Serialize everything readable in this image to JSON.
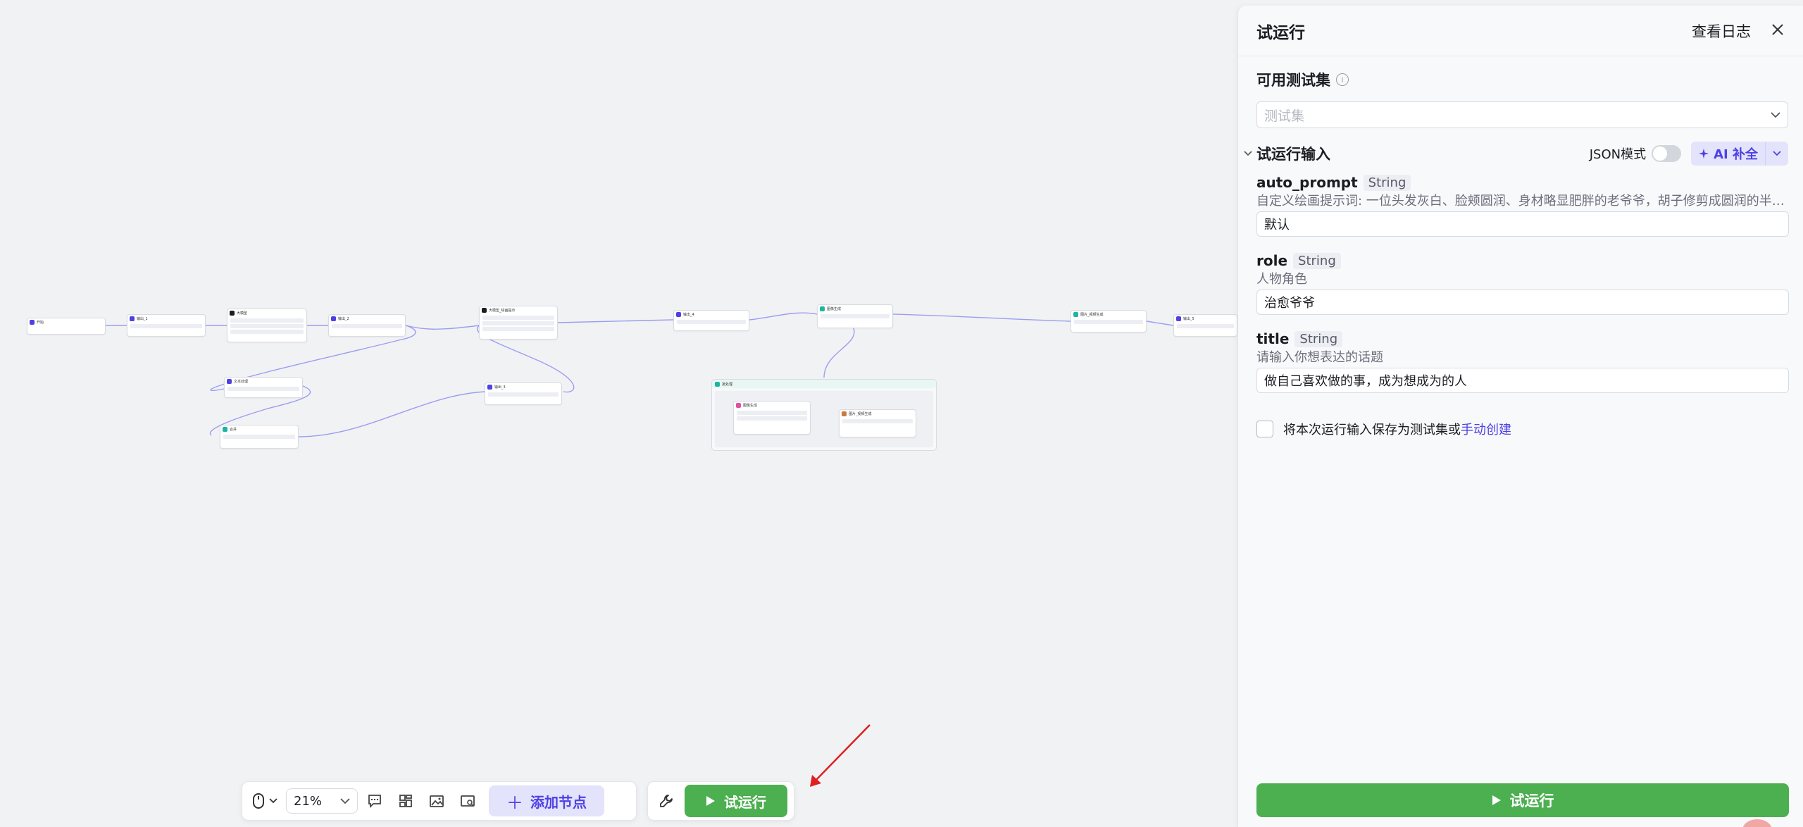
{
  "canvas": {
    "nodes": [
      {
        "id": "n-start",
        "title": "开始",
        "style": "default"
      },
      {
        "id": "n-var1",
        "title": "输出_1",
        "style": "default"
      },
      {
        "id": "n-llm1",
        "title": "大模型",
        "style": "dark"
      },
      {
        "id": "n-out2",
        "title": "输出_2",
        "style": "default"
      },
      {
        "id": "n-text",
        "title": "文本处理",
        "style": "default"
      },
      {
        "id": "n-merge",
        "title": "合并",
        "style": "teal"
      },
      {
        "id": "n-llm2",
        "title": "大模型_绘画提示",
        "style": "dark"
      },
      {
        "id": "n-out3",
        "title": "输出_3",
        "style": "default"
      },
      {
        "id": "n-out4",
        "title": "输出_4",
        "style": "default"
      },
      {
        "id": "n-img",
        "title": "图像生成",
        "style": "teal"
      },
      {
        "id": "n-img2",
        "title": "图片_视频生成",
        "style": "teal"
      },
      {
        "id": "n-out5",
        "title": "输出_5",
        "style": "default"
      },
      {
        "id": "n-loop-a",
        "title": "图像生成",
        "style": "default"
      },
      {
        "id": "n-loop-b",
        "title": "图片_视频生成",
        "style": "default"
      }
    ],
    "group_title": "批处理"
  },
  "toolbar": {
    "zoom": "21%",
    "add_node_label": "添加节点",
    "run_label": "试运行"
  },
  "panel": {
    "title": "试运行",
    "view_log": "查看日志",
    "test_set_title": "可用测试集",
    "test_set_placeholder": "测试集",
    "inputs_title": "试运行输入",
    "json_mode": "JSON模式",
    "ai_fill": "AI 补全",
    "fields": [
      {
        "name": "auto_prompt",
        "type": "String",
        "desc": "自定义绘画提示词: 一位头发灰白、脸颊圆润、身材略显肥胖的老爷爷，胡子修剪成圆润的半圆…",
        "value": "默认"
      },
      {
        "name": "role",
        "type": "String",
        "desc": "人物角色",
        "value": "治愈爷爷"
      },
      {
        "name": "title",
        "type": "String",
        "desc": "请输入你想表达的话题",
        "value": "做自己喜欢做的事，成为想成为的人"
      }
    ],
    "save_text": "将本次运行输入保存为测试集或",
    "save_link": "手动创建",
    "run_button": "试运行"
  },
  "colors": {
    "accent": "#4e40e5",
    "run_green": "#4caf50",
    "canvas_bg": "#f1f2f4",
    "edge": "#9b9ef0",
    "annotation_arrow": "#e02020"
  }
}
